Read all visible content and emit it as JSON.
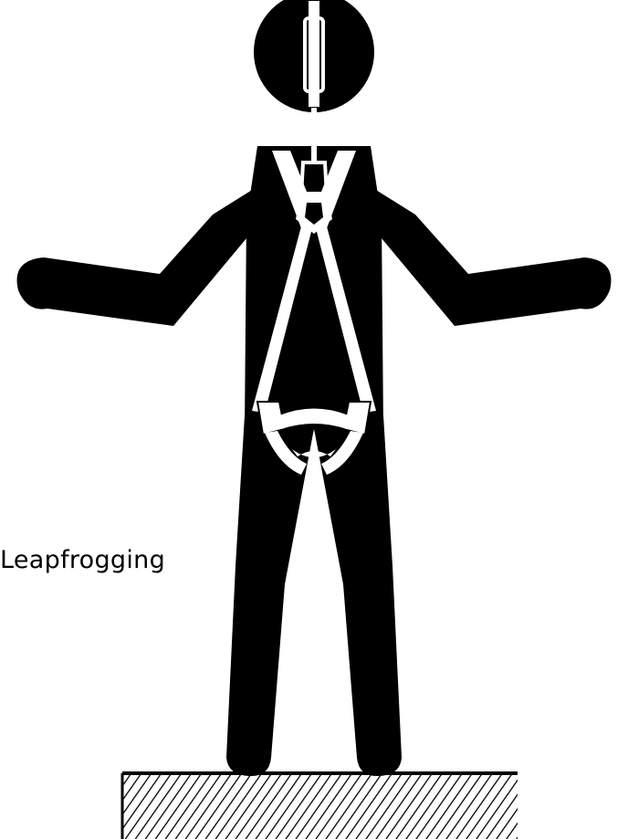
{
  "figure": {
    "subject": "worker-wearing-full-body-harness-with-lanyard",
    "caption": "Leapfrogging",
    "figure_color": "#000000",
    "harness_color": "#ffffff",
    "ground_pattern": "diagonal-hatching"
  }
}
